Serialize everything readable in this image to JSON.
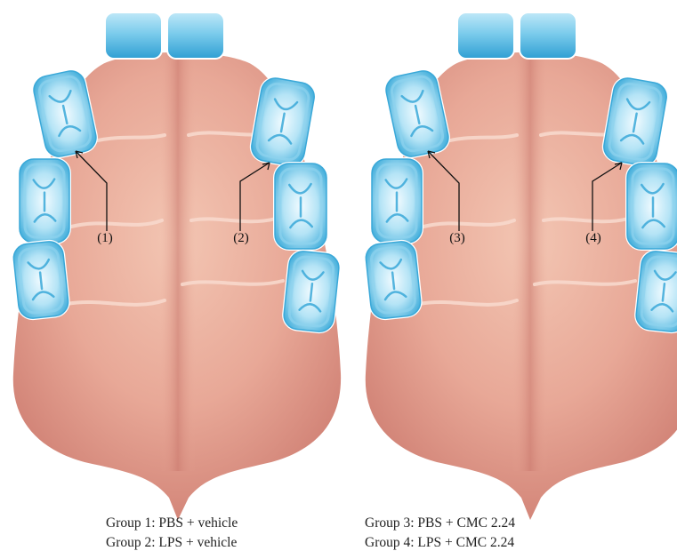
{
  "palates": [
    {
      "name": "left-palate",
      "sites": [
        {
          "label": "(1)",
          "side": "left"
        },
        {
          "label": "(2)",
          "side": "right"
        }
      ]
    },
    {
      "name": "right-palate",
      "sites": [
        {
          "label": "(3)",
          "side": "left"
        },
        {
          "label": "(4)",
          "side": "right"
        }
      ]
    }
  ],
  "legend": {
    "left": [
      "Group 1: PBS + vehicle",
      "Group 2: LPS + vehicle"
    ],
    "right": [
      "Group 3: PBS + CMC 2.24",
      "Group 4: LPS + CMC 2.24"
    ]
  },
  "colors": {
    "palate_light": "#f0bba7",
    "palate_mid": "#e3998a",
    "palate_dark": "#cf7f73",
    "tooth_light": "#e8f7fd",
    "tooth_mid": "#8fd3ee",
    "tooth_dark": "#3aa8d8",
    "ridge": "#f7d8cc",
    "pointer": "#111111"
  }
}
